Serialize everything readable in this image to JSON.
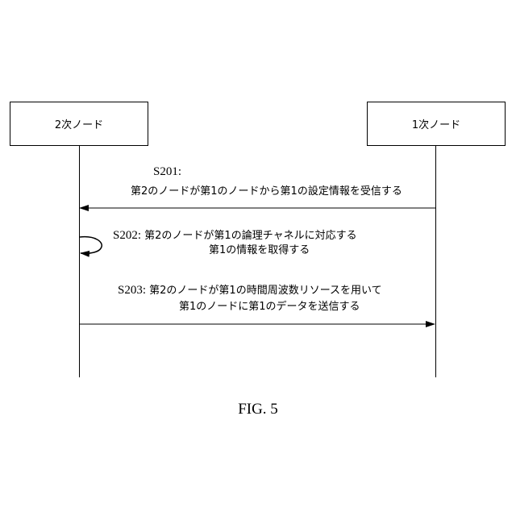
{
  "nodes": {
    "secondary": {
      "label": "2次ノード"
    },
    "primary": {
      "label": "1次ノード"
    }
  },
  "messages": [
    {
      "step": "S201:",
      "text": "第2のノードが第1のノードから第1の設定情報を受信する",
      "from": "primary",
      "to": "secondary"
    },
    {
      "step": "S202:",
      "text_line1": "第2のノードが第1の論理チャネルに対応する",
      "text_line2": "第1の情報を取得する",
      "from": "secondary",
      "to": "secondary"
    },
    {
      "step": "S203:",
      "text_line1": "第2のノードが第1の時間周波数リソースを用いて",
      "text_line2": "第1のノードに第1のデータを送信する",
      "from": "secondary",
      "to": "primary"
    }
  ],
  "caption": "FIG. 5"
}
